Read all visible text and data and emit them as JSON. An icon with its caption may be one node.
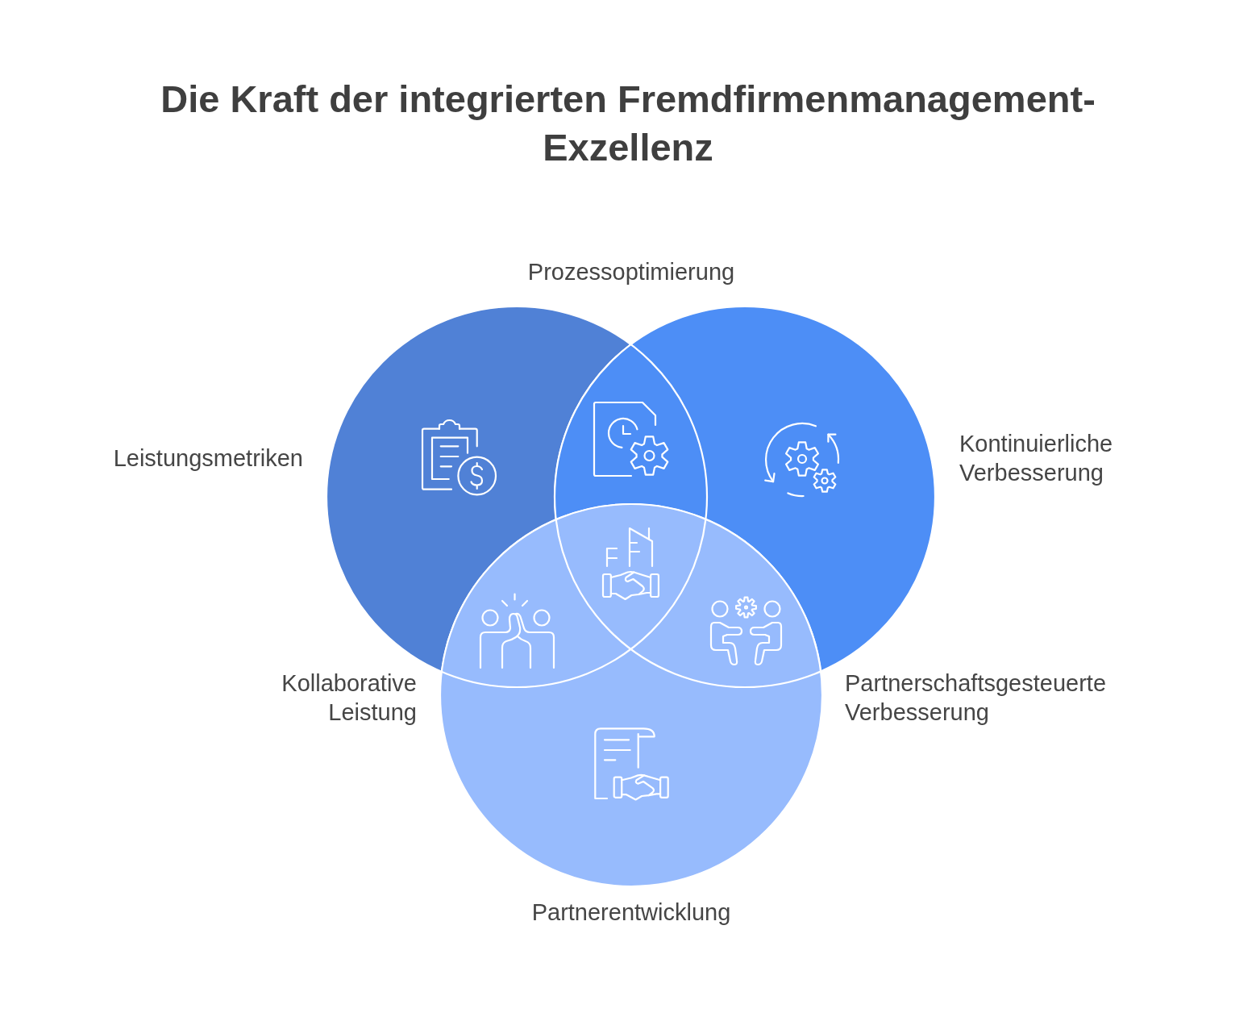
{
  "diagram": {
    "title": "Die Kraft der integrierten Fremdfirmenmanagement-Exzellenz",
    "nodes": [
      {
        "text": [
          "Leistungsmetriken"
        ]
      },
      {
        "text": [
          "Kontinuierliche Verbesserung"
        ]
      },
      {
        "text": [
          "Partnerentwicklung"
        ]
      }
    ],
    "labels": [
      "Prozessoptimierung",
      "Kollaborative Leistung",
      "Partnerschaftsgesteuerte Verbesserung"
    ]
  }
}
